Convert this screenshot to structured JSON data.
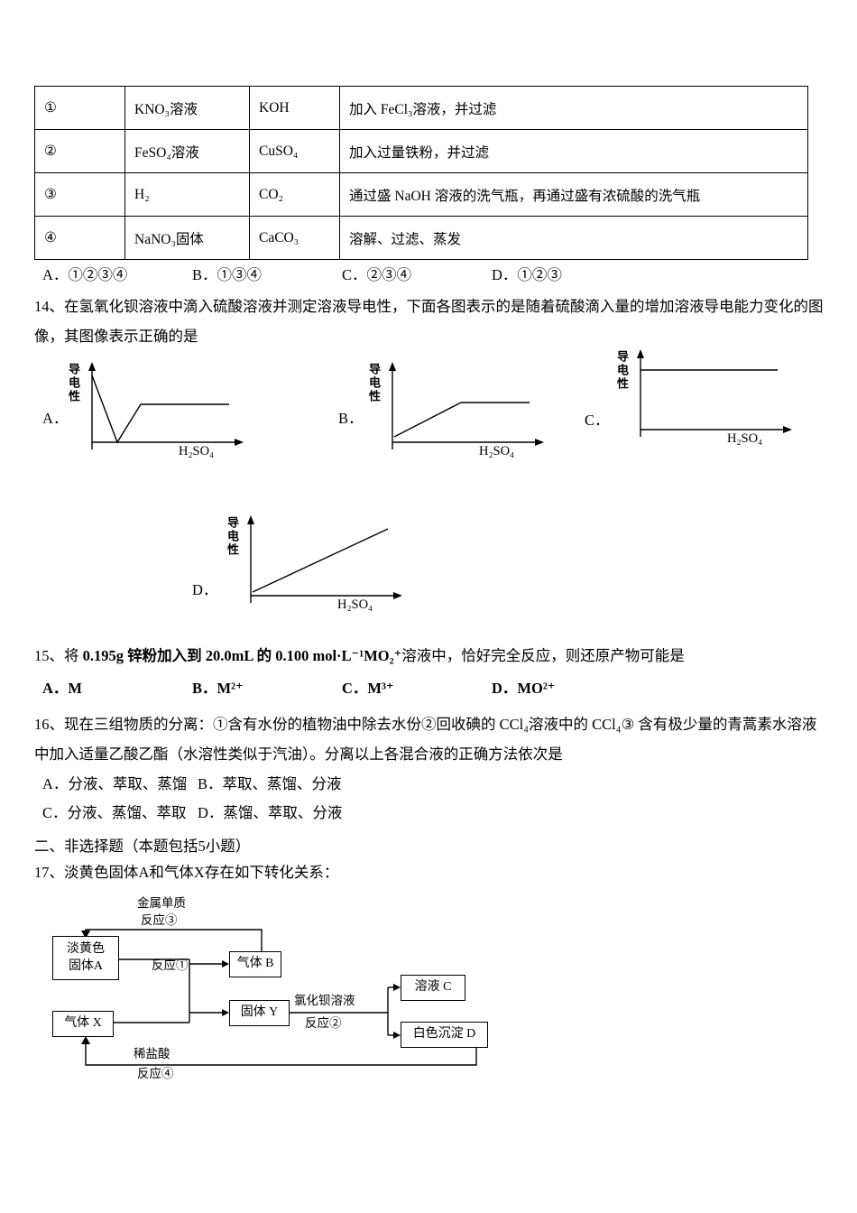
{
  "table": {
    "rows": [
      {
        "num": "①",
        "substance": "KNO₃溶液",
        "impurity": "KOH",
        "method": "加入 FeCl₃溶液，并过滤"
      },
      {
        "num": "②",
        "substance": "FeSO₄溶液",
        "impurity": "CuSO₄",
        "method": "加入过量铁粉，并过滤"
      },
      {
        "num": "③",
        "substance": "H₂",
        "impurity": "CO₂",
        "method": "通过盛 NaOH 溶液的洗气瓶，再通过盛有浓硫酸的洗气瓶"
      },
      {
        "num": "④",
        "substance": "NaNO₃固体",
        "impurity": "CaCO₃",
        "method": "溶解、过滤、蒸发"
      }
    ],
    "options": [
      {
        "label": "A．①②③④"
      },
      {
        "label": "B．①③④"
      },
      {
        "label": "C．②③④"
      },
      {
        "label": "D．①②③"
      }
    ]
  },
  "q14": {
    "text": "14、在氢氧化钡溶液中滴入硫酸溶液并测定溶液导电性，下面各图表示的是随着硫酸滴入量的增加溶液导电能力变化的图像，其图像表示正确的是",
    "ylabel": "导电性",
    "xlabel": "H₂SO₄",
    "graphs": [
      {
        "label": "A．",
        "shape": "decreases to zero then rises to a plateau"
      },
      {
        "label": "B．",
        "shape": "rises then plateaus"
      },
      {
        "label": "C．",
        "shape": "constant horizontal line"
      },
      {
        "label": "D．",
        "shape": "rises linearly"
      }
    ]
  },
  "q15": {
    "pre": "15、将 ",
    "bold": "0.195g 锌粉加入到 20.0mL 的 0.100 mol·L⁻¹MO₂⁺",
    "post": "溶液中，恰好完全反应，则还原产物可能是",
    "options": [
      {
        "label": "A．M"
      },
      {
        "label": "B．M²⁺"
      },
      {
        "label": "C．M³⁺"
      },
      {
        "label": "D．MO²⁺"
      }
    ]
  },
  "q16": {
    "text": "16、现在三组物质的分离：①含有水份的植物油中除去水份②回收碘的 CCl₄溶液中的 CCl₄③ 含有极少量的青蒿素水溶液中加入适量乙酸乙酯（水溶性类似于汽油）。分离以上各混合液的正确方法依次是",
    "options_row1": [
      {
        "label": "A．分液、萃取、蒸馏"
      },
      {
        "label": "B．萃取、蒸馏、分液"
      }
    ],
    "options_row2": [
      {
        "label": "C．分液、蒸馏、萃取"
      },
      {
        "label": "D．蒸馏、萃取、分液"
      }
    ]
  },
  "section2": {
    "text": "二、非选择题（本题包括5小题）"
  },
  "q17": {
    "text": "17、淡黄色固体A和气体X存在如下转化关系：",
    "boxes": {
      "a": "淡黄色\n固体A",
      "x": "气体 X",
      "b": "气体 B",
      "y": "固体 Y",
      "c": "溶液 C",
      "d": "白色沉淀 D"
    },
    "labels": {
      "metal": "金属单质",
      "r3": "反应③",
      "r1": "反应①",
      "bacl2": "氯化钡溶液",
      "r2": "反应②",
      "hcl": "稀盐酸",
      "r4": "反应④"
    }
  }
}
